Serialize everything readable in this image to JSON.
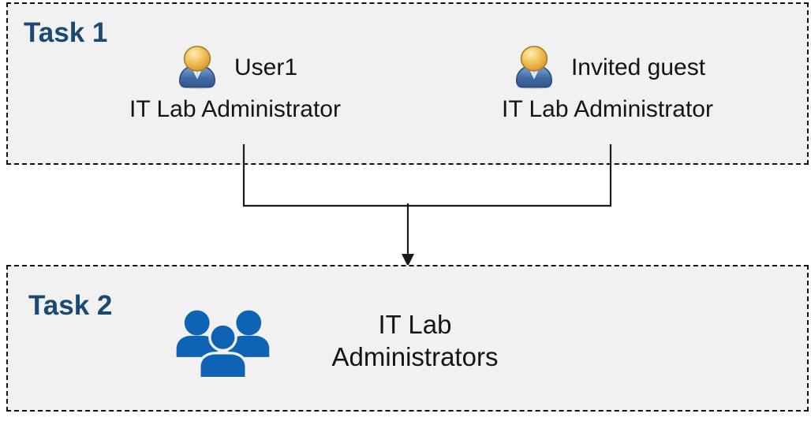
{
  "diagram": {
    "task1": {
      "label": "Task 1",
      "members": [
        {
          "icon": "person-icon",
          "name": "User1",
          "role": "IT Lab Administrator"
        },
        {
          "icon": "person-icon",
          "name": "Invited guest",
          "role": "IT Lab Administrator"
        }
      ]
    },
    "connector": {
      "type": "merge-arrow",
      "description": "both Task 1 members merge into one arrow pointing to Task 2 group"
    },
    "task2": {
      "label": "Task 2",
      "group": {
        "icon": "people-group-icon",
        "name_line1": "IT Lab",
        "name_line2": "Administrators"
      }
    },
    "colors": {
      "box_background": "#f1f1f1",
      "box_border": "#111111",
      "task_label": "#1a4a74",
      "body_text": "#141414",
      "group_icon_blue": "#0f63b4",
      "person_head_gold": "#eab343",
      "person_body_blue": "#41679f",
      "connector_line": "#1a1a1a"
    }
  }
}
